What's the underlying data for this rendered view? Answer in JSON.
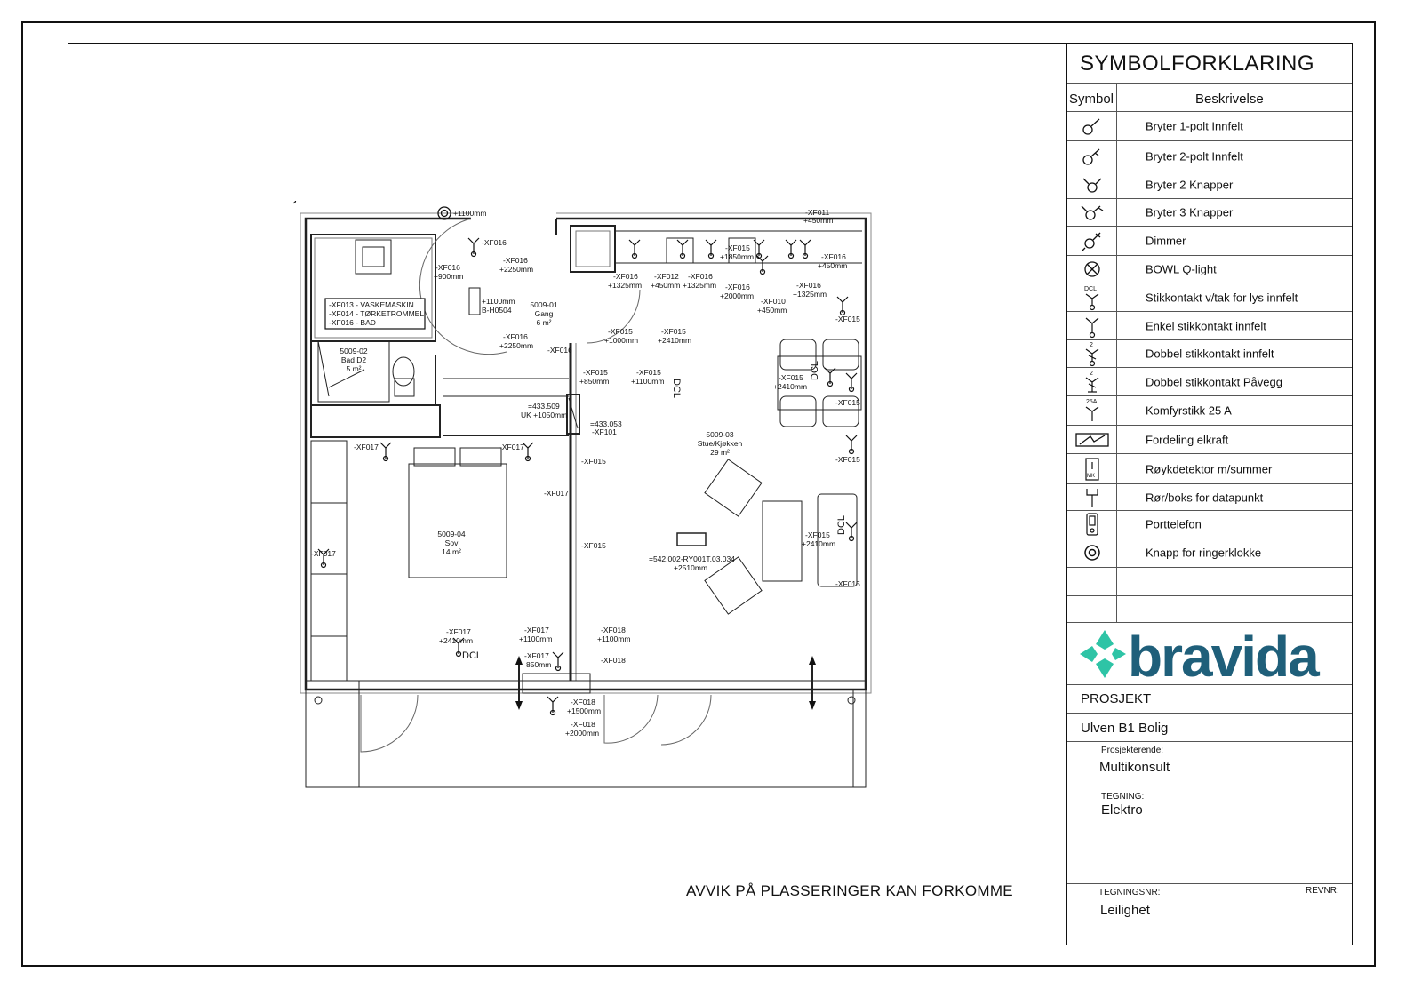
{
  "note": "AVVIK PÅ PLASSERINGER KAN FORKOMME",
  "legend": {
    "title": "SYMBOLFORKLARING",
    "col_symbol": "Symbol",
    "col_description": "Beskrivelse",
    "items": [
      {
        "icon": "switch-1pole-icon",
        "label": "Bryter 1-polt Innfelt"
      },
      {
        "icon": "switch-2pole-icon",
        "label": "Bryter 2-polt Innfelt"
      },
      {
        "icon": "switch-2-buttons-icon",
        "label": "Bryter 2 Knapper"
      },
      {
        "icon": "switch-3-buttons-icon",
        "label": "Bryter 3 Knapper"
      },
      {
        "icon": "dimmer-icon",
        "label": "Dimmer"
      },
      {
        "icon": "bowl-q-light-icon",
        "label": "BOWL Q-light"
      },
      {
        "icon": "ceiling-socket-dcl-icon",
        "label": "Stikkontakt v/tak for lys innfelt",
        "glyph": "DCL"
      },
      {
        "icon": "single-socket-icon",
        "label": "Enkel stikkontakt innfelt"
      },
      {
        "icon": "double-socket-icon",
        "label": "Dobbel stikkontakt innfelt",
        "glyph": "2"
      },
      {
        "icon": "double-socket-wall-icon",
        "label": "Dobbel stikkontakt Påvegg",
        "glyph": "2"
      },
      {
        "icon": "stove-socket-icon",
        "label": "Komfyrstikk 25 A",
        "glyph": "25A"
      },
      {
        "icon": "distribution-board-icon",
        "label": "Fordeling elkraft"
      },
      {
        "icon": "smoke-detector-icon",
        "label": "Røykdetektor m/summer",
        "glyph": "MK"
      },
      {
        "icon": "data-point-icon",
        "label": "Rør/boks for datapunkt"
      },
      {
        "icon": "door-phone-icon",
        "label": "Porttelefon"
      },
      {
        "icon": "doorbell-button-icon",
        "label": "Knapp for ringerklokke"
      }
    ]
  },
  "title_block": {
    "brand": "bravida",
    "brand_color": "#1f5f7a",
    "brand_accent": "#2ec4a6",
    "project_label": "PROSJEKT",
    "project_name": "Ulven B1 Bolig",
    "designer_label": "Prosjekterende:",
    "designer": "Multikonsult",
    "drawing_label": "TEGNING:",
    "drawing": "Elektro",
    "drawing_no_label": "TEGNINGSNR:",
    "drawing_no": "Leilighet",
    "revision_label": "REVNR:"
  },
  "plan": {
    "rooms": [
      {
        "id": "5009-01",
        "name": "Gang",
        "area": "6 m²"
      },
      {
        "id": "5009-02",
        "name": "Bad D2",
        "area": "5 m²"
      },
      {
        "id": "5009-03",
        "name": "Stue/Kjøkken",
        "area": "29 m²"
      },
      {
        "id": "5009-04",
        "name": "Sov",
        "area": "14 m²"
      }
    ],
    "bath_box": [
      "-XF013 - VASKEMASKIN",
      "-XF014 - TØRKETROMMEL",
      "-XF016 - BAD"
    ],
    "labels": [
      "+1100mm",
      "-XF016",
      "-XF016",
      "+900mm",
      "-XF016",
      "+2250mm",
      "+1100mm",
      "B-H0504",
      "-XF016",
      "+2250mm",
      "-XF016",
      "+1325mm",
      "-XF012",
      "+450mm",
      "-XF016",
      "+1325mm",
      "-XF015",
      "+1850mm",
      "-XF011",
      "+450mm",
      "-XF016",
      "+450mm",
      "-XF016",
      "+2000mm",
      "-XF010",
      "+450mm",
      "-XF016",
      "+1325mm",
      "-XF015",
      "-XF015",
      "+1000mm",
      "-XF015",
      "+2410mm",
      "-XF016",
      "-XF015",
      "+850mm",
      "-XF015",
      "+1100mm",
      "-XF015",
      "+2410mm",
      "-XF015",
      "=433.509",
      "UK +1050mm",
      "=433.053",
      "-XF101",
      "-XF017",
      "-XF017",
      "-XF015",
      "-XF017",
      "-XF015",
      "-XF015",
      "-XF015",
      "+2410mm",
      "=542.002-RY001T.03.034",
      "+2510mm",
      "-XF017",
      "-XF015",
      "-XF017",
      "+2410mm",
      "-XF017",
      "+1100mm",
      "-XF018",
      "+1100mm",
      "-XF017",
      "850mm",
      "-XF018",
      "-XF018",
      "+1500mm",
      "-XF018",
      "+2000mm"
    ]
  }
}
